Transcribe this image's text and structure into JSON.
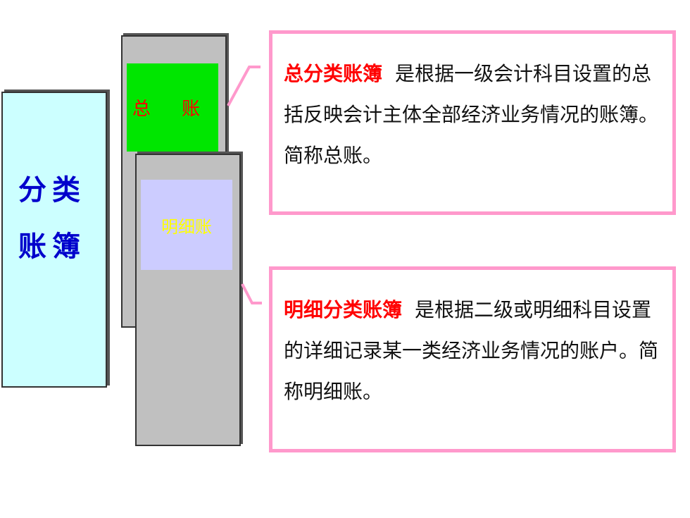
{
  "main_box": {
    "line1": [
      "分",
      "类"
    ],
    "line2": [
      "账",
      "簿"
    ]
  },
  "general_ledger_card": {
    "label": "总 账"
  },
  "detail_ledger_card": {
    "label": "明细账"
  },
  "descriptions": [
    {
      "term": "总分类账簿",
      "text": "是根据一级会计科目设置的总括反映会计主体全部经济业务情况的账簿。简称总账。"
    },
    {
      "term": "明细分类账簿",
      "text": "是根据二级或明细科目设置的详细记录某一类经济业务情况的账户。简称明细账。"
    }
  ],
  "colors": {
    "main_box_fill": "#ccffff",
    "main_box_text": "#0000cc",
    "card_fill": "#c0c0c0",
    "general_label_fill": "#00e600",
    "general_label_text": "#ff0000",
    "detail_label_fill": "#ccccff",
    "detail_label_text": "#ffff00",
    "callout_border": "#ff99cc",
    "term_text": "#ff0000"
  }
}
